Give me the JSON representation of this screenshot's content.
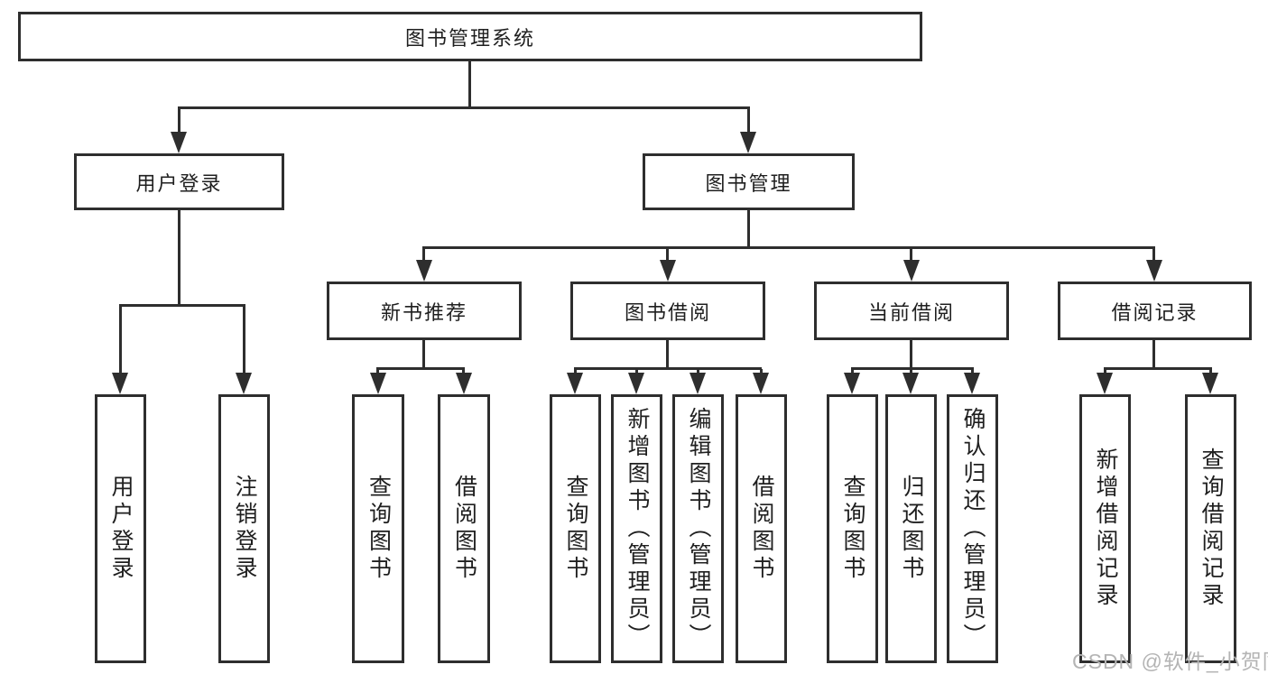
{
  "tree": {
    "root": {
      "label": "图书管理系统",
      "children": [
        {
          "label": "用户登录",
          "children": [
            {
              "label": "用户登录"
            },
            {
              "label": "注销登录"
            }
          ]
        },
        {
          "label": "图书管理",
          "children": [
            {
              "label": "新书推荐",
              "children": [
                {
                  "label": "查询图书"
                },
                {
                  "label": "借阅图书"
                }
              ]
            },
            {
              "label": "图书借阅",
              "children": [
                {
                  "label": "查询图书"
                },
                {
                  "label": "新增图书（管理员）"
                },
                {
                  "label": "编辑图书（管理员）"
                },
                {
                  "label": "借阅图书"
                }
              ]
            },
            {
              "label": "当前借阅",
              "children": [
                {
                  "label": "查询图书"
                },
                {
                  "label": "归还图书"
                },
                {
                  "label": "确认归还（管理员）"
                }
              ]
            },
            {
              "label": "借阅记录",
              "children": [
                {
                  "label": "新增借阅记录"
                },
                {
                  "label": "查询借阅记录"
                }
              ]
            }
          ]
        }
      ]
    }
  },
  "watermark": {
    "text": "CSDN @软件_小贺同学"
  },
  "colors": {
    "line": "#2e2e2e",
    "box_border": "#2e2e2e",
    "text": "#1f1f1f",
    "watermark": "#b4b4b4",
    "background": "#ffffff"
  }
}
